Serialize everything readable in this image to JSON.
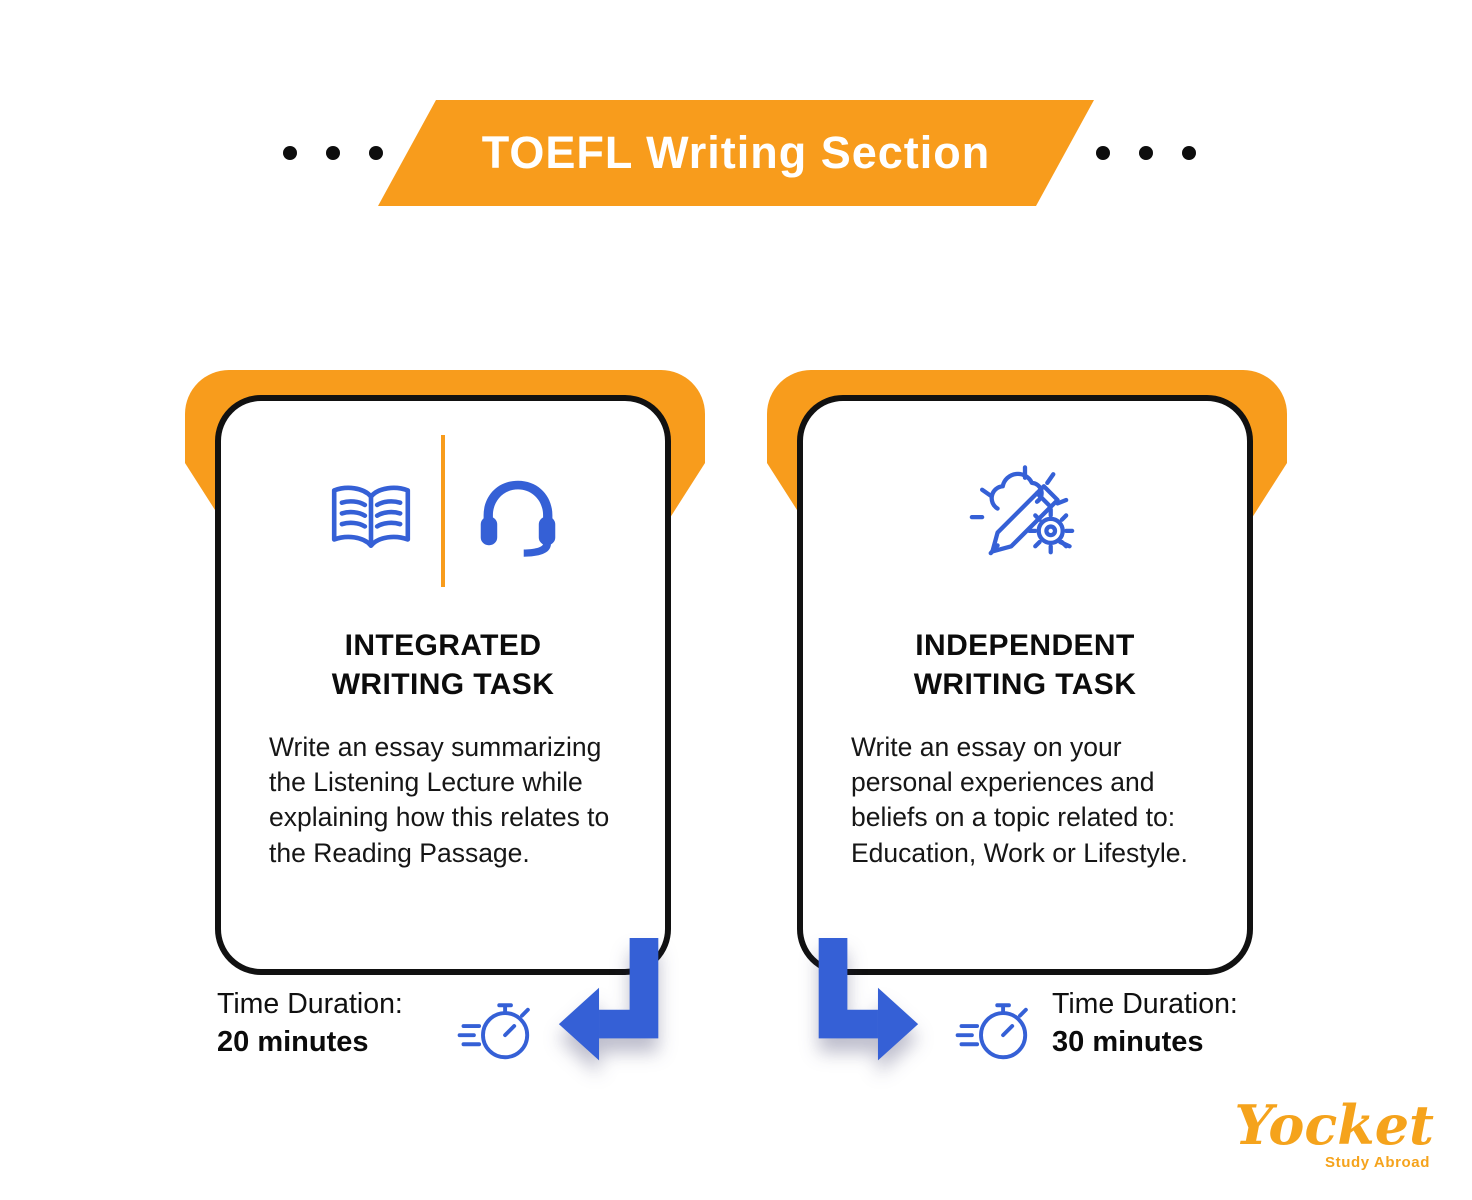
{
  "header": {
    "title": "TOEFL Writing Section"
  },
  "cards": [
    {
      "title_line1": "INTEGRATED",
      "title_line2": "WRITING TASK",
      "description": "Write an essay summariz­ing the Listening Lecture while explaining how this relates to the Reading Passage.",
      "time_label": "Time Duration:",
      "time_value": "20 minutes",
      "icons": [
        "open-book-icon",
        "headphones-icon",
        "stopwatch-icon",
        "arrow-left-icon"
      ]
    },
    {
      "title_line1": "INDEPENDENT",
      "title_line2": "WRITING TASK",
      "description": "Write an essay on your personal experiences and beliefs on a topic related to: Education, Work or Lifestyle.",
      "time_label": "Time Duration:",
      "time_value": "30 minutes",
      "icons": [
        "creative-writing-icon",
        "stopwatch-icon",
        "arrow-right-icon"
      ]
    }
  ],
  "footer": {
    "brand": "Yocket",
    "brand_sub": "Study Abroad"
  },
  "colors": {
    "orange": "#F89C1C",
    "blue": "#3560D6",
    "ink": "#111111"
  }
}
